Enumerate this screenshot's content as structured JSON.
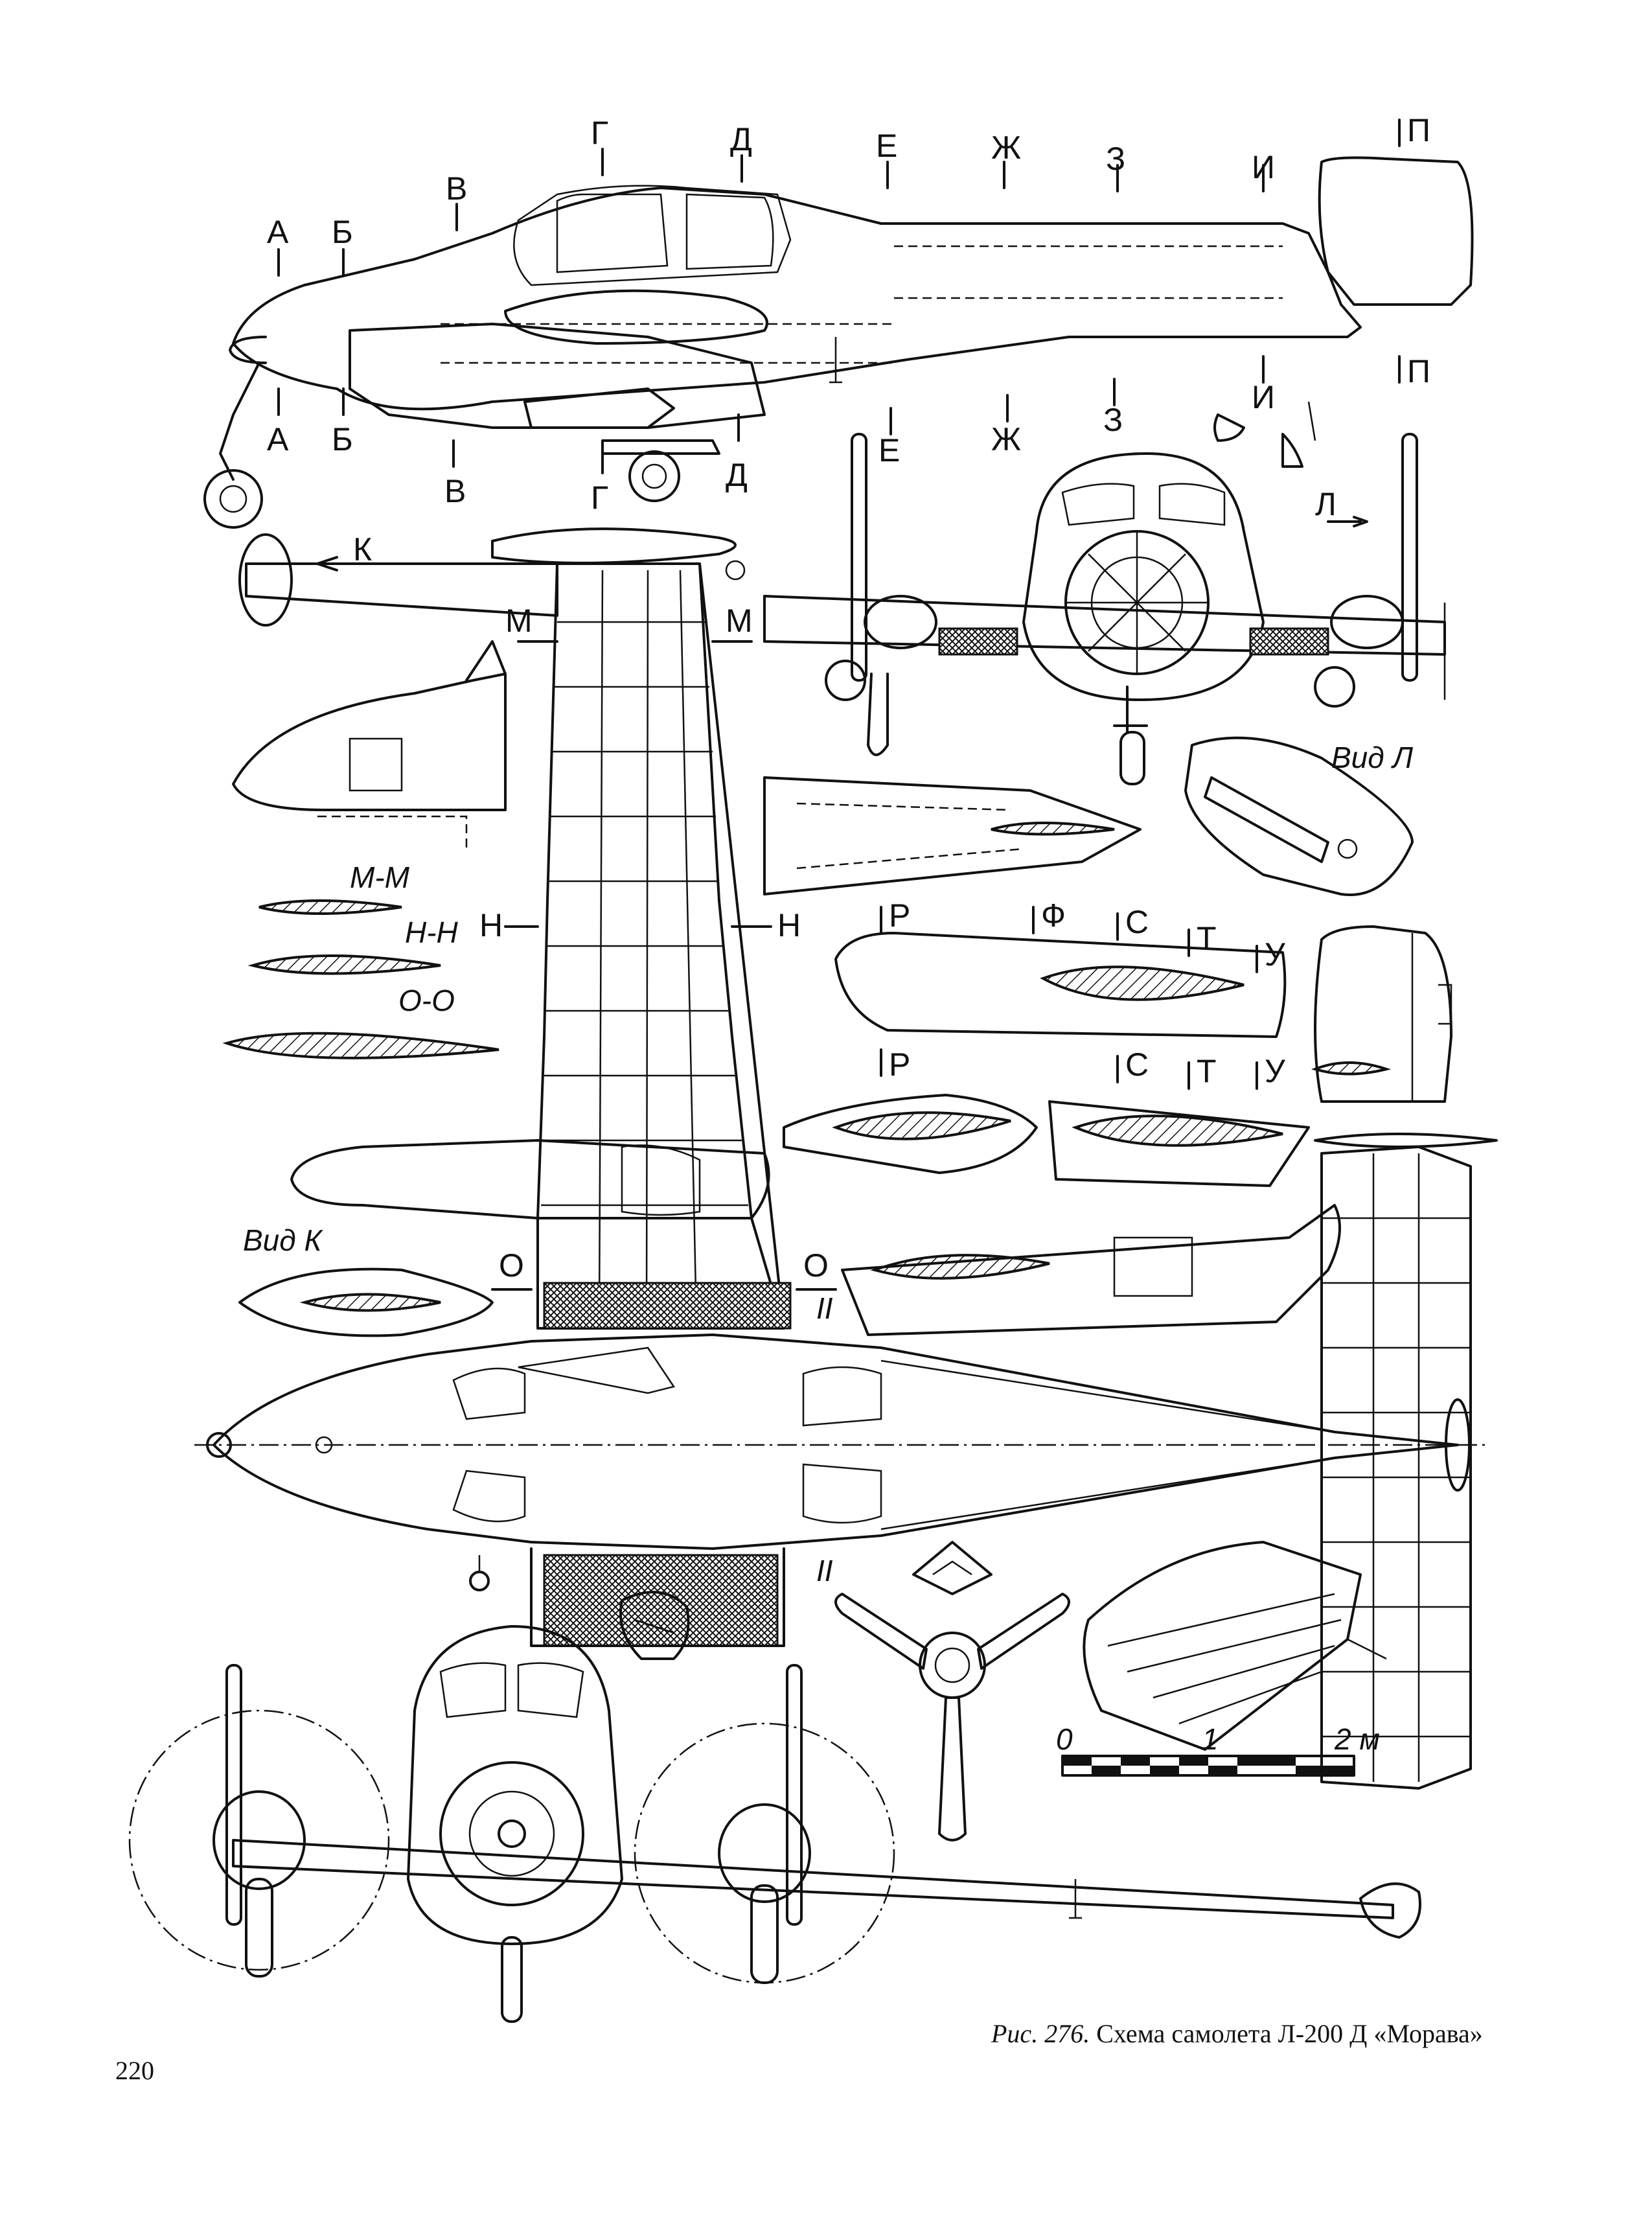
{
  "page_number": "220",
  "caption": {
    "prefix": "Рис. 276.",
    "text": "Схема самолета Л-200 Д «Морава»"
  },
  "section_marks": {
    "A": "А",
    "B": "Б",
    "V": "В",
    "G": "Г",
    "D": "Д",
    "E": "Е",
    "Zh": "Ж",
    "Z": "З",
    "I": "И",
    "P": "П",
    "K": "К",
    "L": "Л",
    "M": "М",
    "N": "Н",
    "O": "О",
    "R": "Р",
    "F": "Ф",
    "S": "С",
    "T": "Т",
    "U": "У",
    "II": "II"
  },
  "section_titles": {
    "mm": "М-М",
    "nn": "Н-Н",
    "oo": "О-О"
  },
  "view_labels": {
    "view_k": "Вид  К",
    "view_l": "Вид Л"
  },
  "scale_bar": {
    "label_0": "0",
    "label_1": "1",
    "label_2": "2 м"
  }
}
